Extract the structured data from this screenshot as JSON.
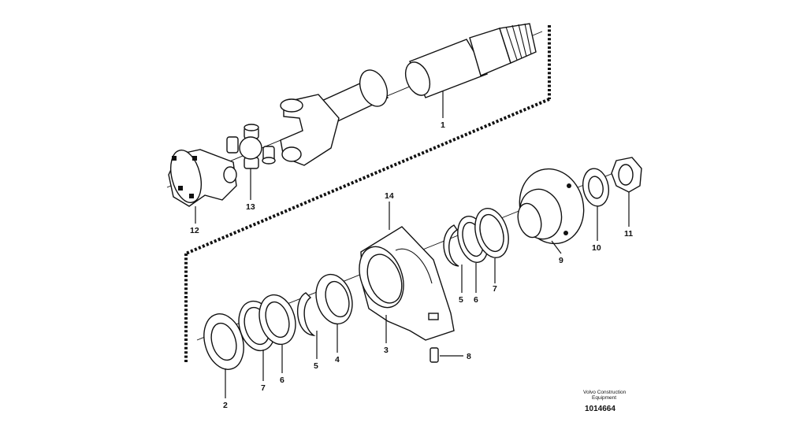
{
  "callouts": {
    "c1": "1",
    "c2": "2",
    "c3": "3",
    "c4": "4",
    "c5a": "5",
    "c5b": "5",
    "c6a": "6",
    "c6b": "6",
    "c7a": "7",
    "c7b": "7",
    "c8": "8",
    "c9": "9",
    "c10": "10",
    "c11": "11",
    "c12": "12",
    "c13": "13",
    "c14": "14"
  },
  "footer": {
    "brand_line1": "Volvo Construction",
    "brand_line2": "Equipment",
    "drawing_number": "1014664"
  }
}
